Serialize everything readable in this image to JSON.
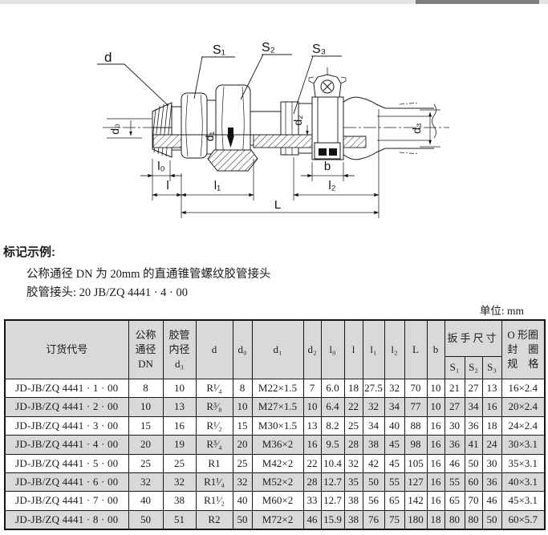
{
  "colors": {
    "table_shade": "#d9d9d9",
    "topbar_light": "#e4e4e4",
    "topbar_dark": "#7e7e81",
    "line": "#1a1a1a"
  },
  "marking": {
    "title": "标记示例:",
    "line1": "公称通径 DN 为 20mm 的直通锥管螺纹胶管接头",
    "line2": "胶管接头:  20  JB/ZQ  4441 · 4 · 00"
  },
  "drawing": {
    "labels": {
      "d": "d",
      "s1": "S₁",
      "s2": "S₂",
      "s3": "S₃",
      "d0": "d₀",
      "d1": "d₁",
      "d2": "d₂",
      "d3": "d₃",
      "l0": "l₀",
      "l": "l",
      "l1": "l₁",
      "l2": "l₂",
      "L": "L",
      "b": "b"
    }
  },
  "table": {
    "unit_label": "单位:  mm",
    "headers": {
      "order_code": "订货代号",
      "dn": "公称\n通径\nDN",
      "hose_id": "胶管\n内径\nd₃",
      "d": "d",
      "d0": "d₀",
      "d1": "d₁",
      "d2": "d₂",
      "l0": "l₀",
      "l": "l",
      "l1": "l₁",
      "l2": "l₂",
      "L": "L",
      "b": "b",
      "wrench": "扳手尺寸",
      "s1": "S₁",
      "s2": "S₂",
      "s3": "S₃",
      "oring": "O 形圈\n封　圈\n规　格"
    },
    "rows": [
      [
        "JD-JB/ZQ 4441 · 1 · 00",
        "8",
        "10",
        "R¹⁄₄",
        "8",
        "M22×1.5",
        "7",
        "6.0",
        "18",
        "27.5",
        "32",
        "70",
        "10",
        "21",
        "27",
        "13",
        "16×2.4"
      ],
      [
        "JD-JB/ZQ 4441 · 2 · 00",
        "10",
        "13",
        "R³⁄₈",
        "10",
        "M27×1.5",
        "10",
        "6.4",
        "22",
        "32",
        "34",
        "77",
        "10",
        "27",
        "34",
        "16",
        "20×2.4"
      ],
      [
        "JD-JB/ZQ 4441 · 3 · 00",
        "15",
        "16",
        "R¹⁄₂",
        "15",
        "M30×1.5",
        "13",
        "8.2",
        "25",
        "34",
        "40",
        "88",
        "16",
        "30",
        "36",
        "18",
        "24×2.4"
      ],
      [
        "JD-JB/ZQ 4441 · 4 · 00",
        "20",
        "19",
        "R³⁄₄",
        "20",
        "M36×2",
        "16",
        "9.5",
        "28",
        "38",
        "45",
        "98",
        "16",
        "36",
        "41",
        "24",
        "30×3.1"
      ],
      [
        "JD-JB/ZQ 4441 · 5 · 00",
        "25",
        "25",
        "R1",
        "25",
        "M42×2",
        "22",
        "10.4",
        "32",
        "42",
        "45",
        "105",
        "16",
        "46",
        "50",
        "30",
        "35×3.1"
      ],
      [
        "JD-JB/ZQ 4441 · 6 · 00",
        "32",
        "32",
        "R1¹⁄₄",
        "32",
        "M52×2",
        "28",
        "12.7",
        "35",
        "50",
        "55",
        "127",
        "16",
        "55",
        "60",
        "36",
        "40×3.1"
      ],
      [
        "JD-JB/ZQ 4441 · 7 · 00",
        "40",
        "38",
        "R1¹⁄₂",
        "40",
        "M60×2",
        "33",
        "12.7",
        "38",
        "56",
        "65",
        "142",
        "16",
        "65",
        "70",
        "46",
        "45×3.1"
      ],
      [
        "JD-JB/ZQ 4441 · 8 · 00",
        "50",
        "51",
        "R2",
        "50",
        "M72×2",
        "46",
        "15.9",
        "38",
        "76",
        "75",
        "180",
        "18",
        "80",
        "80",
        "50",
        "60×5.7"
      ]
    ]
  }
}
